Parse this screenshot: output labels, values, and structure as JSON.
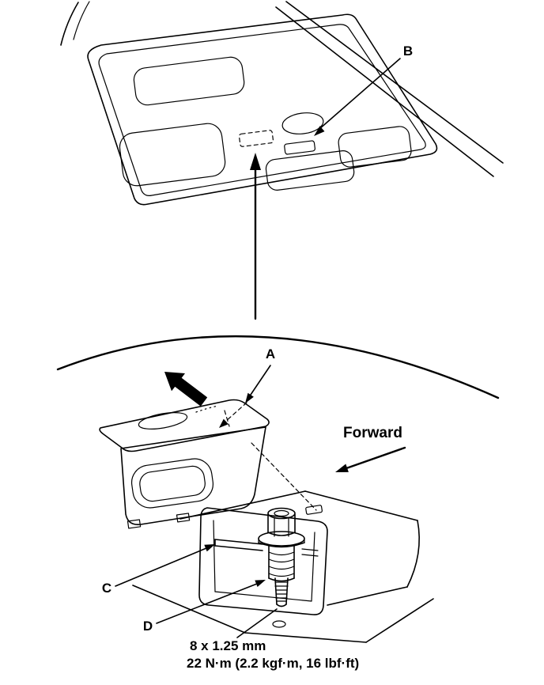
{
  "figure": {
    "callouts": {
      "a": "A",
      "b": "B",
      "c": "C",
      "d": "D"
    },
    "forward_label": "Forward",
    "spec_line1": "8 x 1.25 mm",
    "spec_line2": "22 N·m (2.2 kgf·m, 16 lbf·ft)",
    "colors": {
      "line": "#000000",
      "background": "#ffffff"
    }
  }
}
